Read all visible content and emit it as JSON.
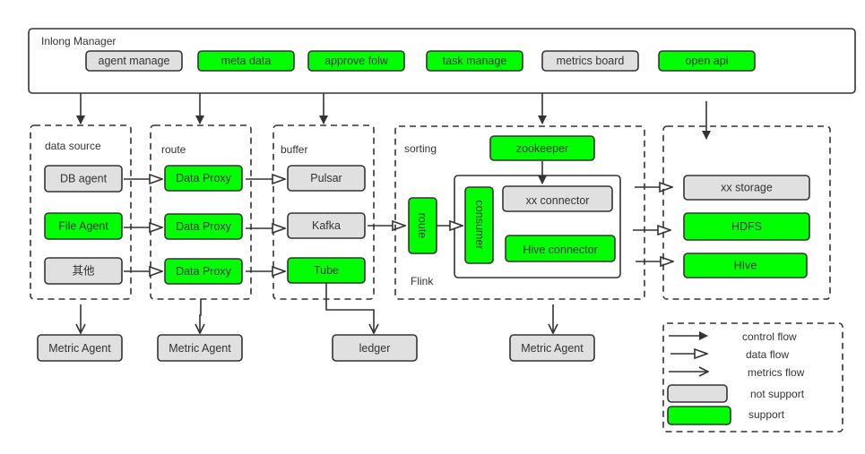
{
  "colors": {
    "support": "#00ff00",
    "not_support": "#e0e0e0",
    "stroke": "#333333"
  },
  "manager": {
    "title": "Inlong Manager",
    "modules": [
      {
        "label": "agent manage",
        "status": "not_support"
      },
      {
        "label": "meta data",
        "status": "support"
      },
      {
        "label": "approve folw",
        "status": "support"
      },
      {
        "label": "task manage",
        "status": "support"
      },
      {
        "label": "metrics board",
        "status": "not_support"
      },
      {
        "label": "open api",
        "status": "support"
      }
    ]
  },
  "data_source": {
    "title": "data source",
    "items": [
      {
        "label": "DB agent",
        "status": "not_support"
      },
      {
        "label": "File Agent",
        "status": "support"
      },
      {
        "label": "其他",
        "status": "not_support"
      }
    ]
  },
  "route": {
    "title": "route",
    "items": [
      {
        "label": "Data Proxy",
        "status": "support"
      },
      {
        "label": "Data Proxy",
        "status": "support"
      },
      {
        "label": "Data Proxy",
        "status": "support"
      }
    ]
  },
  "buffer": {
    "title": "buffer",
    "items": [
      {
        "label": "Pulsar",
        "status": "not_support"
      },
      {
        "label": "Kafka",
        "status": "not_support"
      },
      {
        "label": "Tube",
        "status": "support"
      }
    ]
  },
  "sorting": {
    "title": "sorting",
    "zookeeper": "zookeeper",
    "route": "route",
    "flink_label": "Flink",
    "consumer": "consumer",
    "xx_connector": "xx connector",
    "hive_connector": "Hive connector"
  },
  "storage": {
    "items": [
      {
        "label": "xx storage",
        "status": "not_support"
      },
      {
        "label": "HDFS",
        "status": "support"
      },
      {
        "label": "HIve",
        "status": "support"
      }
    ]
  },
  "bottom": {
    "metric_agent": "Metric Agent",
    "ledger": "ledger"
  },
  "legend": {
    "control_flow": "control flow",
    "data_flow": "data flow",
    "metrics_flow": "metrics flow",
    "not_support": "not support",
    "support": "support"
  }
}
